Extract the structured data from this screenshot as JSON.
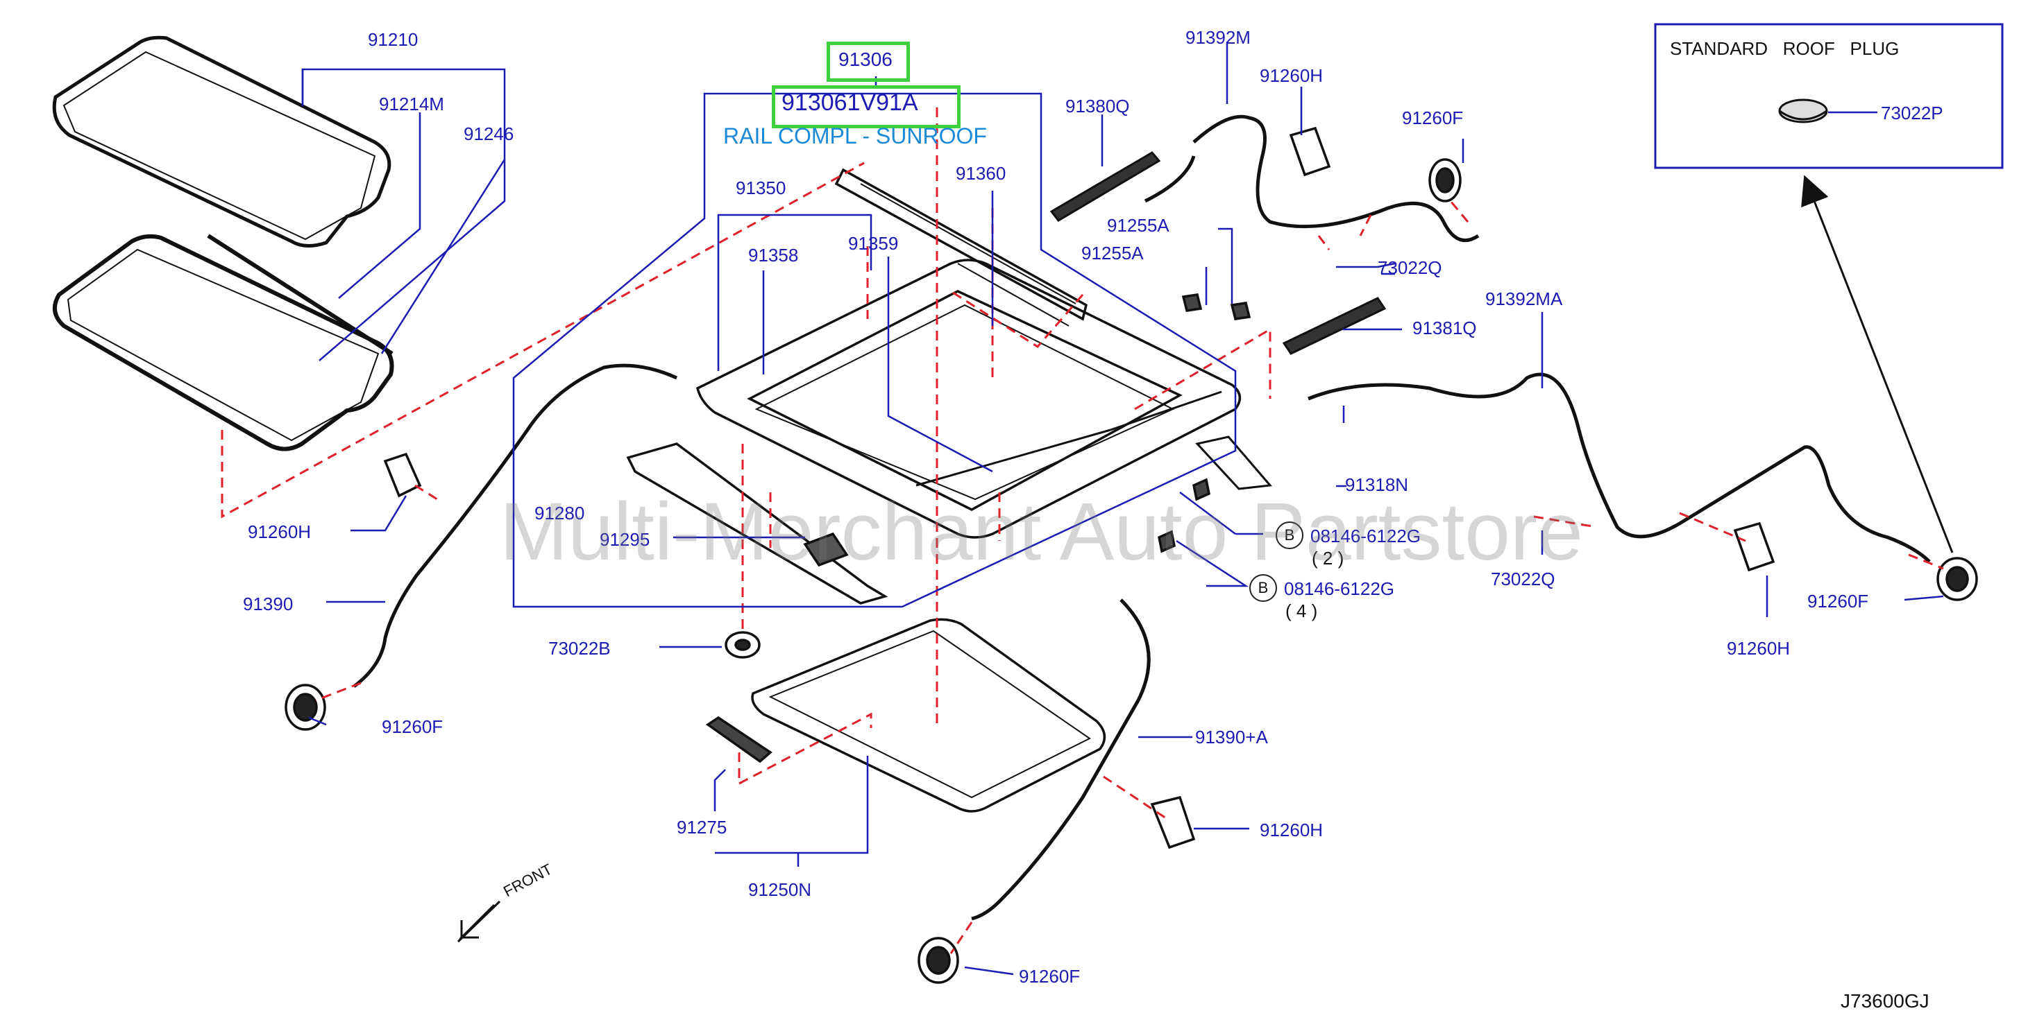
{
  "diagram": {
    "code": "J73600GJ",
    "inset_title": "STANDARD   ROOF   PLUG",
    "inset_part": "73022P",
    "front_label": "FRONT",
    "watermark": "Multi-Merchant Auto Partstore",
    "highlighted": {
      "part": "91306",
      "part_number": "913061V91A",
      "description": "RAIL COMPL - SUNROOF"
    },
    "bolt_marker": "B",
    "colors": {
      "label": "#1c1cb4",
      "leader": "#1c1cb4",
      "dashed": "#e0202a",
      "highlight": "#3ecf3e",
      "description": "#1a8ad8",
      "parts": "#111111"
    },
    "labels": {
      "p91210": "91210",
      "p91214M": "91214M",
      "p91246": "91246",
      "p91350": "91350",
      "p91358": "91358",
      "p91359": "91359",
      "p91360": "91360",
      "p91380Q": "91380Q",
      "p91392M": "91392M",
      "p91260H_top": "91260H",
      "p91260F_top": "91260F",
      "p91255A_1": "91255A",
      "p91255A_2": "91255A",
      "p73022Q_top": "73022Q",
      "p91381Q": "91381Q",
      "p91392MA": "91392MA",
      "p91318N": "91318N",
      "p08146_1": "08146-6122G",
      "p08146_1_qty": "( 2 )",
      "p08146_2": "08146-6122G",
      "p08146_2_qty": "( 4 )",
      "p73022Q_right": "73022Q",
      "p91260H_right": "91260H",
      "p91260F_right": "91260F",
      "p91260H_left": "91260H",
      "p91280": "91280",
      "p91295": "91295",
      "p91390": "91390",
      "p73022B": "73022B",
      "p91260F_left": "91260F",
      "p91275": "91275",
      "p91250N": "91250N",
      "p91390A": "91390+A",
      "p91260H_bottom": "91260H",
      "p91260F_bottom": "91260F"
    }
  }
}
